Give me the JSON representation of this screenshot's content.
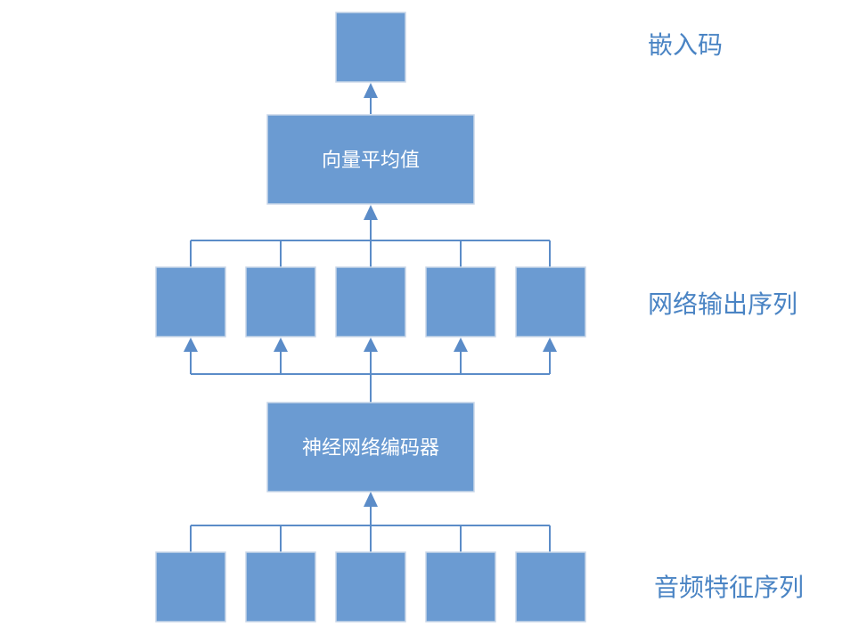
{
  "labels": {
    "embedding": "嵌入码",
    "network_output": "网络输出序列",
    "audio_features": "音频特征序列"
  },
  "nodes": {
    "vector_mean": "向量平均值",
    "neural_encoder": "神经网络编码器"
  },
  "colors": {
    "box_fill": "#6b9bd2",
    "connector": "#5b8cc8",
    "label_text": "#4a84c4"
  }
}
